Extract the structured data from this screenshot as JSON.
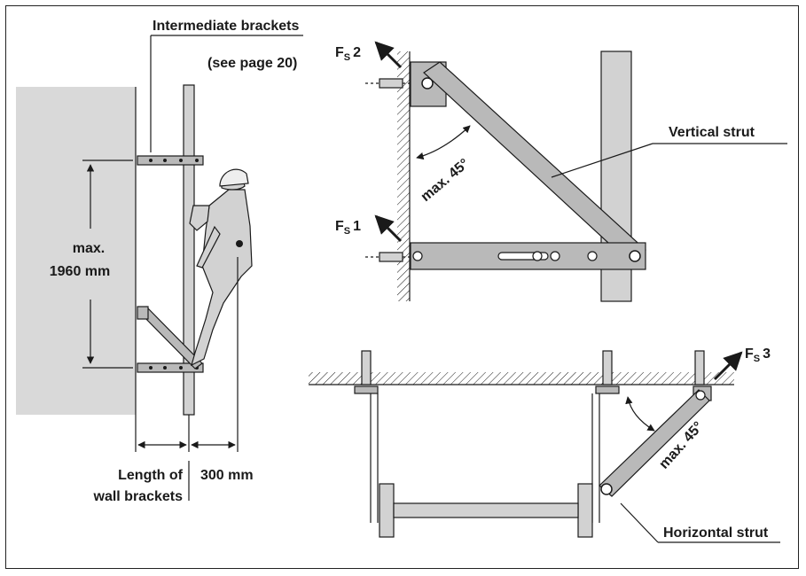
{
  "labels": {
    "intermediate_brackets": "Intermediate brackets",
    "see_page": "(see page 20)",
    "max_label": "max.",
    "max_value": "1960 mm",
    "length_line1": "Length of",
    "length_line2": "wall brackets",
    "offset": "300 mm",
    "fs2": "F",
    "fs2_sub": "S",
    "fs2_num": "2",
    "fs1": "F",
    "fs1_sub": "S",
    "fs1_num": "1",
    "fs3": "F",
    "fs3_sub": "S",
    "fs3_num": "3",
    "angle_top": "max. 45°",
    "angle_bottom": "max. 45°",
    "vertical_strut": "Vertical strut",
    "horizontal_strut": "Horizontal strut"
  },
  "colors": {
    "steel": "#b9b9b9",
    "steel_light": "#d2d2d2",
    "wall": "#d9d9d9",
    "line": "#1a1a1a"
  }
}
